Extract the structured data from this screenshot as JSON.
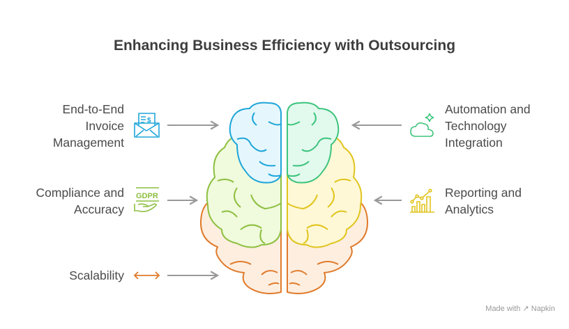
{
  "title": "Enhancing Business Efficiency with Outsourcing",
  "left_items": [
    {
      "label_lines": [
        "End-to-End",
        "Invoice",
        "Management"
      ],
      "icon": "invoice-envelope-icon",
      "color": "#1ea5d9"
    },
    {
      "label_lines": [
        "Compliance and",
        "Accuracy"
      ],
      "icon": "gdpr-hand-icon",
      "icon_text": "GDPR",
      "color": "#8cbf3f"
    },
    {
      "label_lines": [
        "Scalability"
      ],
      "icon": "double-arrow-icon",
      "color": "#e07b2c"
    }
  ],
  "right_items": [
    {
      "label_lines": [
        "Automation and",
        "Technology",
        "Integration"
      ],
      "icon": "cloud-sparkle-icon",
      "color": "#3cc47c"
    },
    {
      "label_lines": [
        "Reporting and",
        "Analytics"
      ],
      "icon": "bar-line-chart-icon",
      "color": "#e0c41c"
    }
  ],
  "footer": "Made with ↗ Napkin"
}
